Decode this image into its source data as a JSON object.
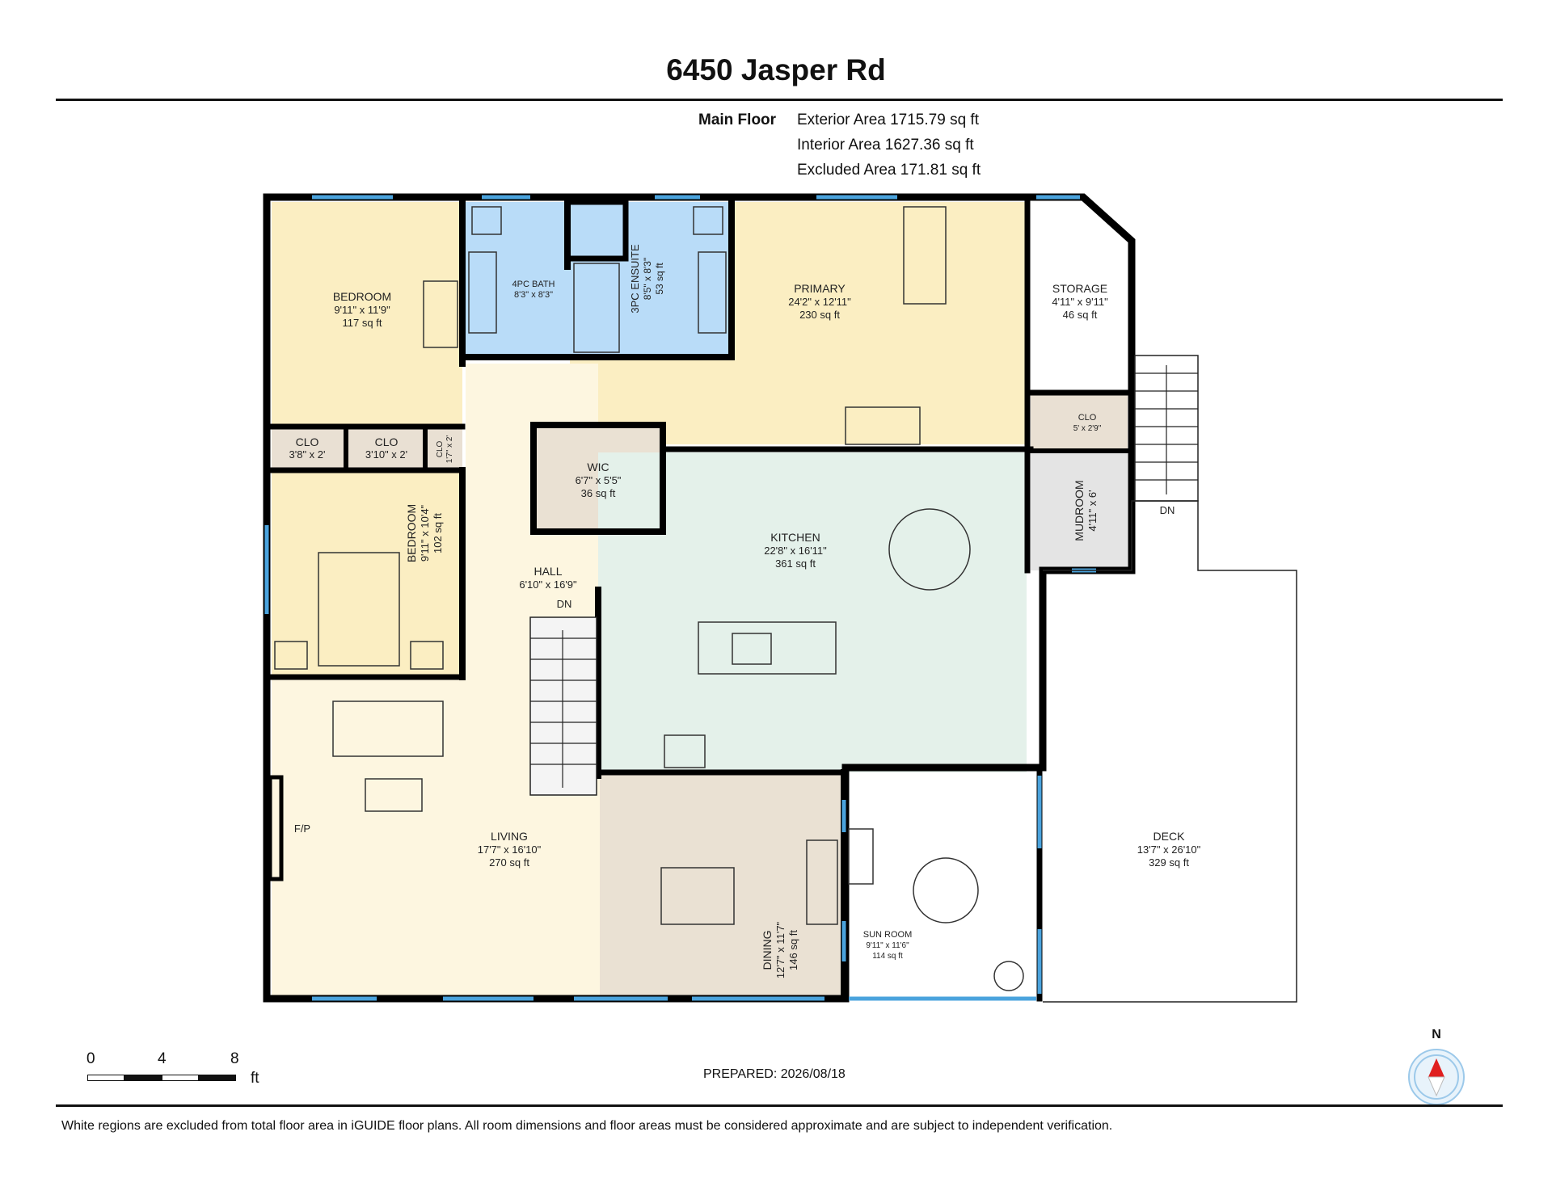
{
  "header": {
    "title": "6450 Jasper Rd"
  },
  "summary": {
    "floor_label": "Main Floor",
    "exterior": "Exterior Area 1715.79 sq ft",
    "interior": "Interior Area 1627.36 sq ft",
    "excluded": "Excluded Area 171.81 sq ft"
  },
  "rooms": {
    "bedroom1": {
      "name": "BEDROOM",
      "dims": "9'11\" x 11'9\"",
      "area": "117 sq ft"
    },
    "bath4pc": {
      "name": "4PC BATH",
      "dims": "8'3\" x 8'3\""
    },
    "ensuite": {
      "name": "3PC ENSUITE",
      "dims": "8'5\" x 8'3\"",
      "area": "53 sq ft"
    },
    "primary": {
      "name": "PRIMARY",
      "dims": "24'2\" x 12'11\"",
      "area": "230 sq ft"
    },
    "storage": {
      "name": "STORAGE",
      "dims": "4'11\" x 9'11\"",
      "area": "46 sq ft"
    },
    "clo_right": {
      "name": "CLO",
      "dims": "5' x 2'9\""
    },
    "clo1": {
      "name": "CLO",
      "dims": "3'8\" x 2'"
    },
    "clo2": {
      "name": "CLO",
      "dims": "3'10\" x 2'"
    },
    "clo3": {
      "name": "CLO",
      "dims": "1'7\" x 2'"
    },
    "wic": {
      "name": "WIC",
      "dims": "6'7\" x 5'5\"",
      "area": "36 sq ft"
    },
    "kitchen": {
      "name": "KITCHEN",
      "dims": "22'8\" x 16'11\"",
      "area": "361 sq ft"
    },
    "mudroom": {
      "name": "MUDROOM",
      "dims": "4'11\" x 6'"
    },
    "bedroom2": {
      "name": "BEDROOM",
      "dims": "9'11\" x 10'4\"",
      "area": "102 sq ft"
    },
    "hall": {
      "name": "HALL",
      "dims": "6'10\" x 16'9\"",
      "stair": "DN"
    },
    "living": {
      "name": "LIVING",
      "dims": "17'7\" x 16'10\"",
      "area": "270 sq ft",
      "fireplace": "F/P"
    },
    "dining": {
      "name": "DINING",
      "dims": "12'7\" x 11'7\"",
      "area": "146 sq ft"
    },
    "sunroom": {
      "name": "SUN ROOM",
      "dims": "9'11\" x 11'6\"",
      "area": "114 sq ft"
    },
    "deck": {
      "name": "DECK",
      "dims": "13'7\" x 26'10\"",
      "area": "329 sq ft",
      "stair": "DN"
    }
  },
  "scale": {
    "ticks": [
      "0",
      "4",
      "8"
    ],
    "unit": "ft"
  },
  "footer": {
    "prepared": "PREPARED: 2026/08/18",
    "disclaimer": "White regions are excluded from total floor area in iGUIDE floor plans. All room dimensions and floor areas must be considered approximate and are subject to independent verification."
  },
  "compass": {
    "north_label": "N"
  },
  "colors": {
    "bedroom": "#fbeec2",
    "bath": "#b9dcf8",
    "primary": "#fbeec2",
    "kitchen": "#e4f1ea",
    "living": "#fdf6e0",
    "dining": "#eae1d3",
    "closet": "#e9e0d3",
    "window": "#4aa3dd",
    "wall": "#000000"
  }
}
